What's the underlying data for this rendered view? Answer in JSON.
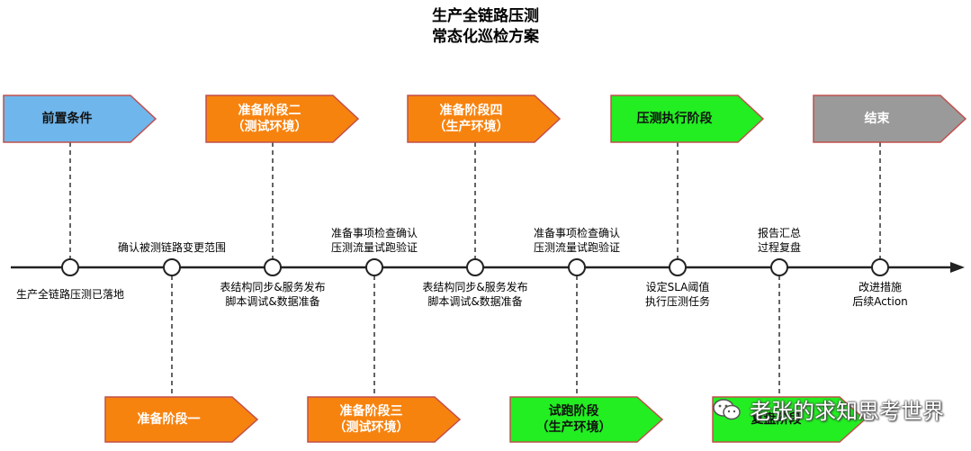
{
  "title": {
    "line1": "生产全链路压测",
    "line2": "常态化巡检方案"
  },
  "colors": {
    "blue": "#6fb6ec",
    "orange": "#f7830f",
    "green": "#22ee22",
    "gray": "#9a9a9a",
    "line": "#222222"
  },
  "top_boxes": [
    {
      "lines": [
        "前置条件"
      ],
      "color": "blue"
    },
    {
      "lines": [
        "准备阶段二",
        "（测试环境）"
      ],
      "color": "orange"
    },
    {
      "lines": [
        "准备阶段四",
        "（生产环境）"
      ],
      "color": "orange"
    },
    {
      "lines": [
        "压测执行阶段"
      ],
      "color": "green"
    },
    {
      "lines": [
        "结束"
      ],
      "color": "gray"
    }
  ],
  "bottom_boxes": [
    {
      "lines": [
        "准备阶段一"
      ],
      "color": "orange"
    },
    {
      "lines": [
        "准备阶段三",
        "（测试环境）"
      ],
      "color": "orange"
    },
    {
      "lines": [
        "试跑阶段",
        "（生产环境）"
      ],
      "color": "green"
    },
    {
      "lines": [
        "复盘阶段"
      ],
      "color": "green"
    }
  ],
  "labels_above": [
    {
      "lines": [
        "确认被测链路变更范围"
      ]
    },
    {
      "lines": [
        "准备事项检查确认",
        "压测流量试跑验证"
      ]
    },
    {
      "lines": [
        "准备事项检查确认",
        "压测流量试跑验证"
      ]
    },
    {
      "lines": [
        "报告汇总",
        "过程复盘"
      ]
    }
  ],
  "labels_below": [
    {
      "lines": [
        "生产全链路压测已落地"
      ]
    },
    {
      "lines": [
        "表结构同步&服务发布",
        "脚本调试&数据准备"
      ]
    },
    {
      "lines": [
        "表结构同步&服务发布",
        "脚本调试&数据准备"
      ]
    },
    {
      "lines": [
        "设定SLA阈值",
        "执行压测任务"
      ]
    },
    {
      "lines": [
        "改进措施",
        "后续Action"
      ]
    }
  ],
  "watermark": {
    "text": "老张的求知思考世界",
    "icon": "wechat-icon"
  }
}
